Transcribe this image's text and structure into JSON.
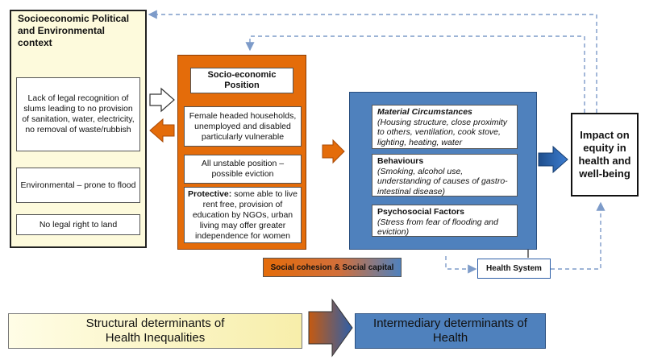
{
  "context": {
    "title": "Socioeconomic Political and Environmental context",
    "items": [
      "Lack of legal recognition of slums leading to no provision of sanitation, water, electricity, no removal of waste/rubbish",
      "Environmental – prone to flood",
      "No legal right to land"
    ]
  },
  "position": {
    "title": "Socio-economic Position",
    "items": [
      "Female headed households, unemployed and disabled particularly vulnerable",
      "All unstable position – possible eviction"
    ],
    "protective_label": "Protective:",
    "protective_text": "some able to live rent free, provision of education by NGOs, urban living may offer greater independence for women"
  },
  "intermediary": {
    "material_title": "Material Circumstances",
    "material_text": "(Housing structure, close proximity to others, ventilation, cook stove, lighting, heating, water",
    "behaviours_title": "Behaviours",
    "behaviours_text": "(Smoking, alcohol use, understanding of causes of gastro-intestinal disease)",
    "psychosocial_title": "Psychosocial Factors",
    "psychosocial_text": "(Stress from fear of flooding and eviction)"
  },
  "impact": "Impact on equity in health and well-being",
  "social_cohesion": "Social cohesion & Social capital",
  "health_system": "Health System",
  "bottom": {
    "structural": "Structural determinants of Health Inequalities",
    "intermediary": "Intermediary determinants of Health"
  },
  "colors": {
    "orange": "#e46c0a",
    "blue": "#4f81bd",
    "dark_blue": "#1f5ea8",
    "cream": "#fdfadc",
    "dashed": "#7d9bc9"
  }
}
